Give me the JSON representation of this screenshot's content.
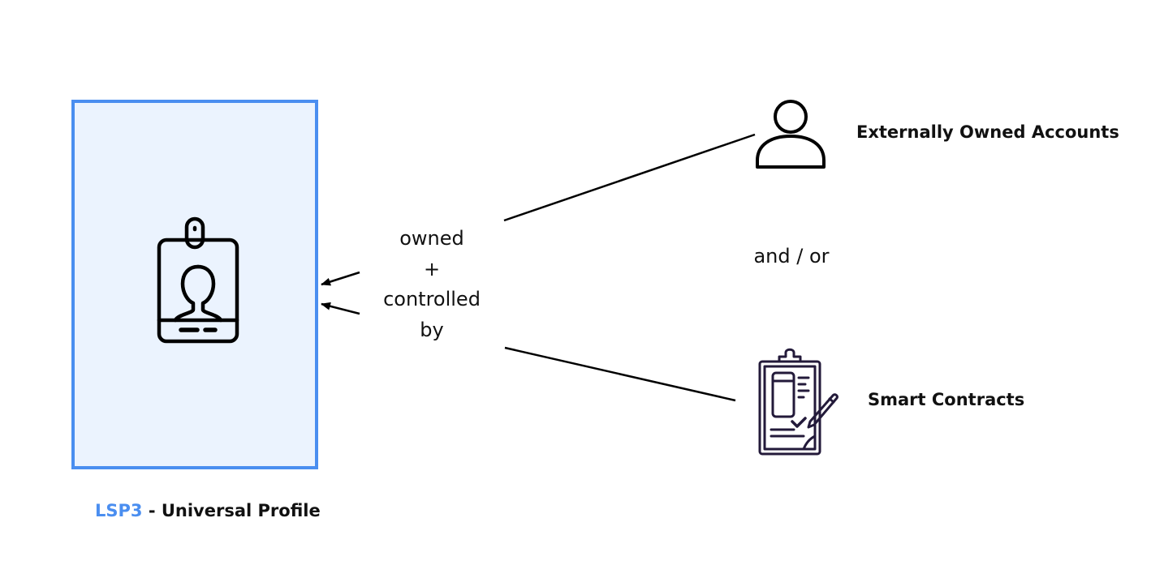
{
  "colors": {
    "accent": "#4a8ef0",
    "box_fill": "#ebf3fe",
    "text": "#111111",
    "contract_icon": "#231a3a"
  },
  "profile": {
    "caption_standard": "LSP3",
    "caption_separator": " - ",
    "caption_name": "Universal Profile",
    "icon": "id-badge-icon"
  },
  "relationship": {
    "lines": [
      "owned",
      "+",
      "controlled",
      "by"
    ]
  },
  "conjunction": "and / or",
  "controllers": [
    {
      "label": "Externally Owned Accounts",
      "icon": "user-icon"
    },
    {
      "label": "Smart Contracts",
      "icon": "clipboard-contract-icon"
    }
  ]
}
